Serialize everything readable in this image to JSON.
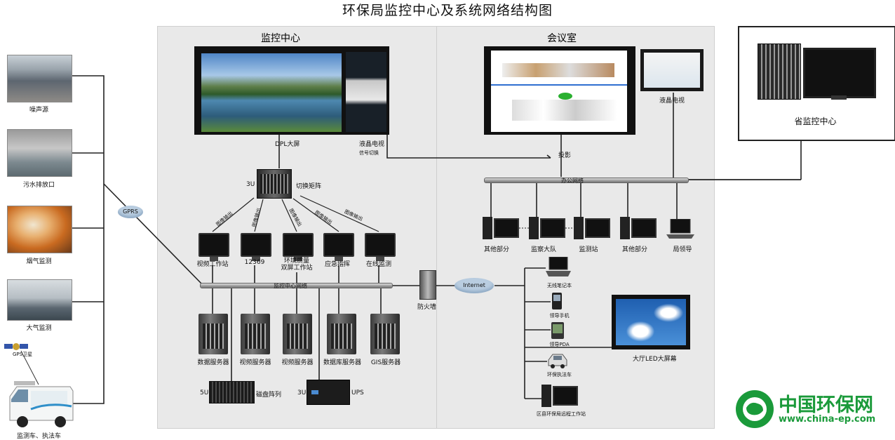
{
  "title": "环保局监控中心及系统网络结构图",
  "panels": {
    "monitor_center": "监控中心",
    "meeting_room": "会议室",
    "province_center": "省监控中心"
  },
  "sources": [
    {
      "label": "噪声源"
    },
    {
      "label": "污水排放口"
    },
    {
      "label": "烟气监测"
    },
    {
      "label": "大气监测"
    }
  ],
  "gps_sat": "GPS卫星",
  "vehicle": "监测车、执法车",
  "gprs": "GPRS",
  "big_screen": {
    "dpl": "DPL大屏",
    "lcd_tv": "液晶电视",
    "signal_switch": "信号切换"
  },
  "matrix": {
    "size": "3U",
    "label": "切换矩阵"
  },
  "image_out": "图像输出",
  "workstations": [
    {
      "label": "视频工作站"
    },
    {
      "label": "12369"
    },
    {
      "label": "环境质量\n双屏工作站"
    },
    {
      "label": "应急指挥"
    },
    {
      "label": "在线监测"
    }
  ],
  "center_net": "监控中心网络",
  "servers": [
    {
      "label": "数据服务器"
    },
    {
      "label": "视频服务器"
    },
    {
      "label": "视频服务器"
    },
    {
      "label": "数据库服务器"
    },
    {
      "label": "GIS服务器"
    }
  ],
  "disk": {
    "size": "5U",
    "label": "磁盘阵列"
  },
  "ups": {
    "size": "3U",
    "label": "UPS"
  },
  "firewall": "防火墙",
  "internet": "Internet",
  "projection": "投影",
  "lcd_tv2": "液晶电视",
  "office_net": "办公网络",
  "office_pcs": [
    {
      "label": "其他部分"
    },
    {
      "label": "监察大队"
    },
    {
      "label": "监测站"
    },
    {
      "label": "其他部分"
    },
    {
      "label": "局领导"
    }
  ],
  "remote": [
    {
      "label": "无线笔记本"
    },
    {
      "label": "领导手机"
    },
    {
      "label": "领导PDA"
    },
    {
      "label": "环保执法车"
    },
    {
      "label": "区县环保局远程工作站"
    }
  ],
  "led": "大厅LED大屏幕",
  "logo": {
    "name": "中国环保网",
    "url": "www.china-ep.com"
  },
  "colors": {
    "panel": "#e9e9e9",
    "logo_green": "#1a9a3a"
  }
}
